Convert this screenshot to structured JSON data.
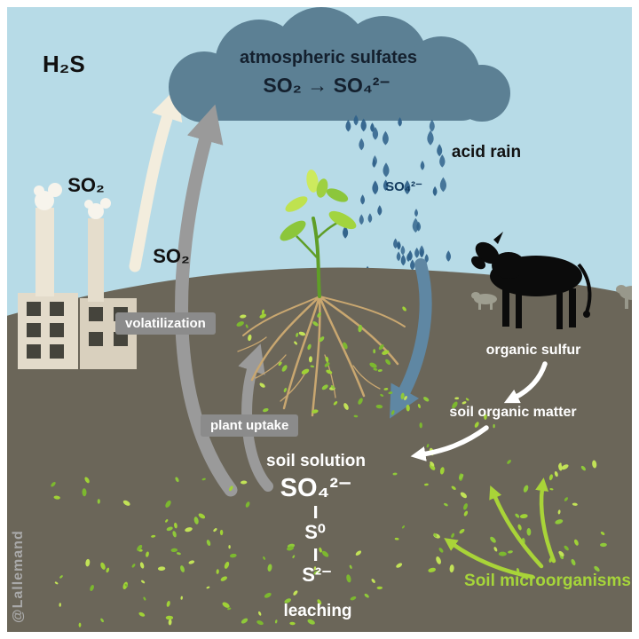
{
  "colors": {
    "sky": "#b7dbe7",
    "soil": "#6b6659",
    "cloud": "#5c8094",
    "rain_drop": "#2f618a",
    "arrow_gray": "#9a9a9a",
    "arrow_cream": "#f3eddd",
    "arrow_blue": "#5f87a3",
    "arrow_white": "#ffffff",
    "label_box": "#8b8b8b",
    "microbe_green": "#a6d53a",
    "root_tan": "#c9a770",
    "cow_black": "#0b0b0b"
  },
  "watermark": "@Lallemand",
  "atmosphere": {
    "h2s": "H₂S",
    "factory_so2": "SO₂",
    "rising_so2": "SO₂",
    "cloud_title": "atmospheric sulfates",
    "cloud_reaction": "SO₂  →  SO₄²⁻",
    "acid_rain": "acid rain",
    "rain_so4": "SO₄²⁻"
  },
  "process_labels": {
    "volatilization": "volatilization",
    "plant_uptake": "plant uptake"
  },
  "soil": {
    "organic_sulfur": "organic sulfur",
    "soil_organic_matter": "soil organic matter",
    "soil_solution": "soil solution",
    "sulfate": "SO₄²⁻",
    "elemental_sulfur": "S⁰",
    "sulfide": "S²⁻",
    "leaching": "leaching",
    "microorganisms": "Soil microorganisms"
  }
}
